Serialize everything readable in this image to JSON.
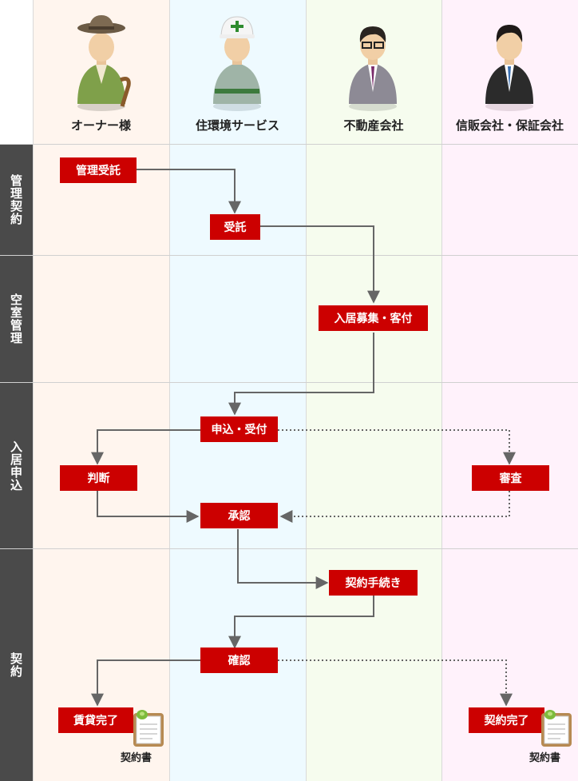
{
  "actors": [
    {
      "label": "オーナー様",
      "icon": "owner-person-icon",
      "bg": "#fff5ee"
    },
    {
      "label": "住環境サービス",
      "icon": "worker-person-icon",
      "bg": "#eefaff"
    },
    {
      "label": "不動産会社",
      "icon": "businessman-icon",
      "bg": "#f6fcee"
    },
    {
      "label": "信販会社・保証会社",
      "icon": "businessman-dark-icon",
      "bg": "#fff2fb"
    }
  ],
  "phases": [
    {
      "label": "管理契約"
    },
    {
      "label": "空室管理"
    },
    {
      "label": "入居申込"
    },
    {
      "label": "契約"
    }
  ],
  "steps": {
    "kanri_jutaku": "管理受託",
    "jutaku": "受託",
    "nyukyo_boshu": "入居募集・客付",
    "moushikomi": "申込・受付",
    "handan": "判断",
    "shinsa": "審査",
    "shounin": "承認",
    "keiyaku_tetsuzuki": "契約手続き",
    "kakunin": "確認",
    "chintai_kanryo": "賃貸完了",
    "keiyaku_kanryo": "契約完了"
  },
  "documents": {
    "owner_doc": "契約書",
    "guarantor_doc": "契約書"
  },
  "colors": {
    "step_box": "#cc0000",
    "phase_bar": "#4a4a4a",
    "arrow": "#666666"
  }
}
